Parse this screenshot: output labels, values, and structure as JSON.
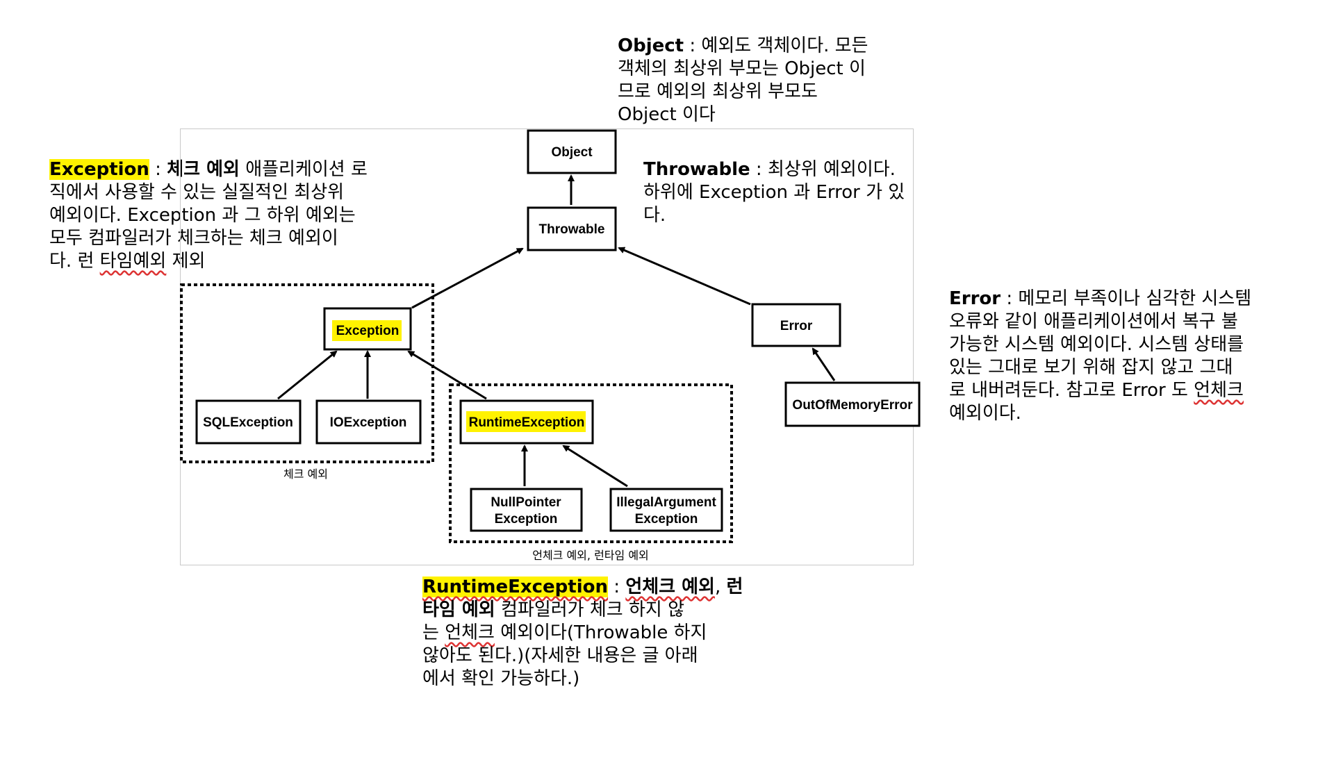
{
  "notes": {
    "object": {
      "term": "Object",
      "sep": " : ",
      "lines": [
        "예외도 객체이다. 모든",
        "객체의 최상위 부모는 Object 이",
        "므로 예외의 최상위 부모도",
        "Object 이다"
      ]
    },
    "throwable": {
      "term": "Throwable",
      "sep": " : ",
      "lines": [
        "최상위 예외이다.",
        "하위에 Exception 과 Error 가 있",
        "다."
      ]
    },
    "exception": {
      "term": "Exception",
      "sep": " : ",
      "bold": "체크 예외",
      "line1_rest": " 애플리케이션 로",
      "lines": [
        "직에서 사용할 수 있는 실질적인 최상위",
        "예외이다. Exception 과 그 하위 예외는",
        "모두 컴파일러가 체크하는 체크 예외이"
      ],
      "last_pre": "다. 런 ",
      "last_squiggle": "타임예외",
      "last_post": " 제외"
    },
    "error": {
      "term": "Error",
      "sep": " : ",
      "line1_rest": "메모리 부족이나 심각한 시스템",
      "lines": [
        "오류와 같이 애플리케이션에서 복구 불",
        "가능한 시스템 예외이다. 시스템 상태를",
        "있는 그대로 보기 위해 잡지 않고 그대"
      ],
      "line5_pre": "로 내버려둔다. 참고로 Error 도 ",
      "line5_squiggle": "언체크",
      "line6": "예외이다."
    },
    "runtime": {
      "term": "RuntimeException",
      "sep": " : ",
      "bold1": "언체크 예외",
      "comma": ", ",
      "bold2a": "런",
      "bold2b": "타임 예외",
      "line2_rest": " 컴파일러가 체크 하지 않",
      "line3_pre": "는 ",
      "line3_squiggle": "언체크",
      "line3_post": " 예외이다(Throwable 하지",
      "line4": "않아도 된다.)(자세한 내용은 글 아래",
      "line5": "에서 확인 가능하다.)"
    }
  },
  "diagram": {
    "nodes": {
      "object": "Object",
      "throwable": "Throwable",
      "exception": "Exception",
      "error": "Error",
      "sqlexception": "SQLException",
      "ioexception": "IOException",
      "runtimeexception": "RuntimeException",
      "outofmemoryerror": "OutOfMemoryError",
      "nullpointer_1": "NullPointer",
      "nullpointer_2": "Exception",
      "illegalargument_1": "IllegalArgument",
      "illegalargument_2": "Exception"
    },
    "groups": {
      "checked": "체크 예외",
      "unchecked": "언체크 예외, 런타임 예외"
    },
    "highlighted_nodes": [
      "Exception",
      "RuntimeException"
    ]
  },
  "colors": {
    "highlight": "#fff200",
    "squiggle": "#dd3333",
    "frame_border": "#c8c8c8"
  }
}
